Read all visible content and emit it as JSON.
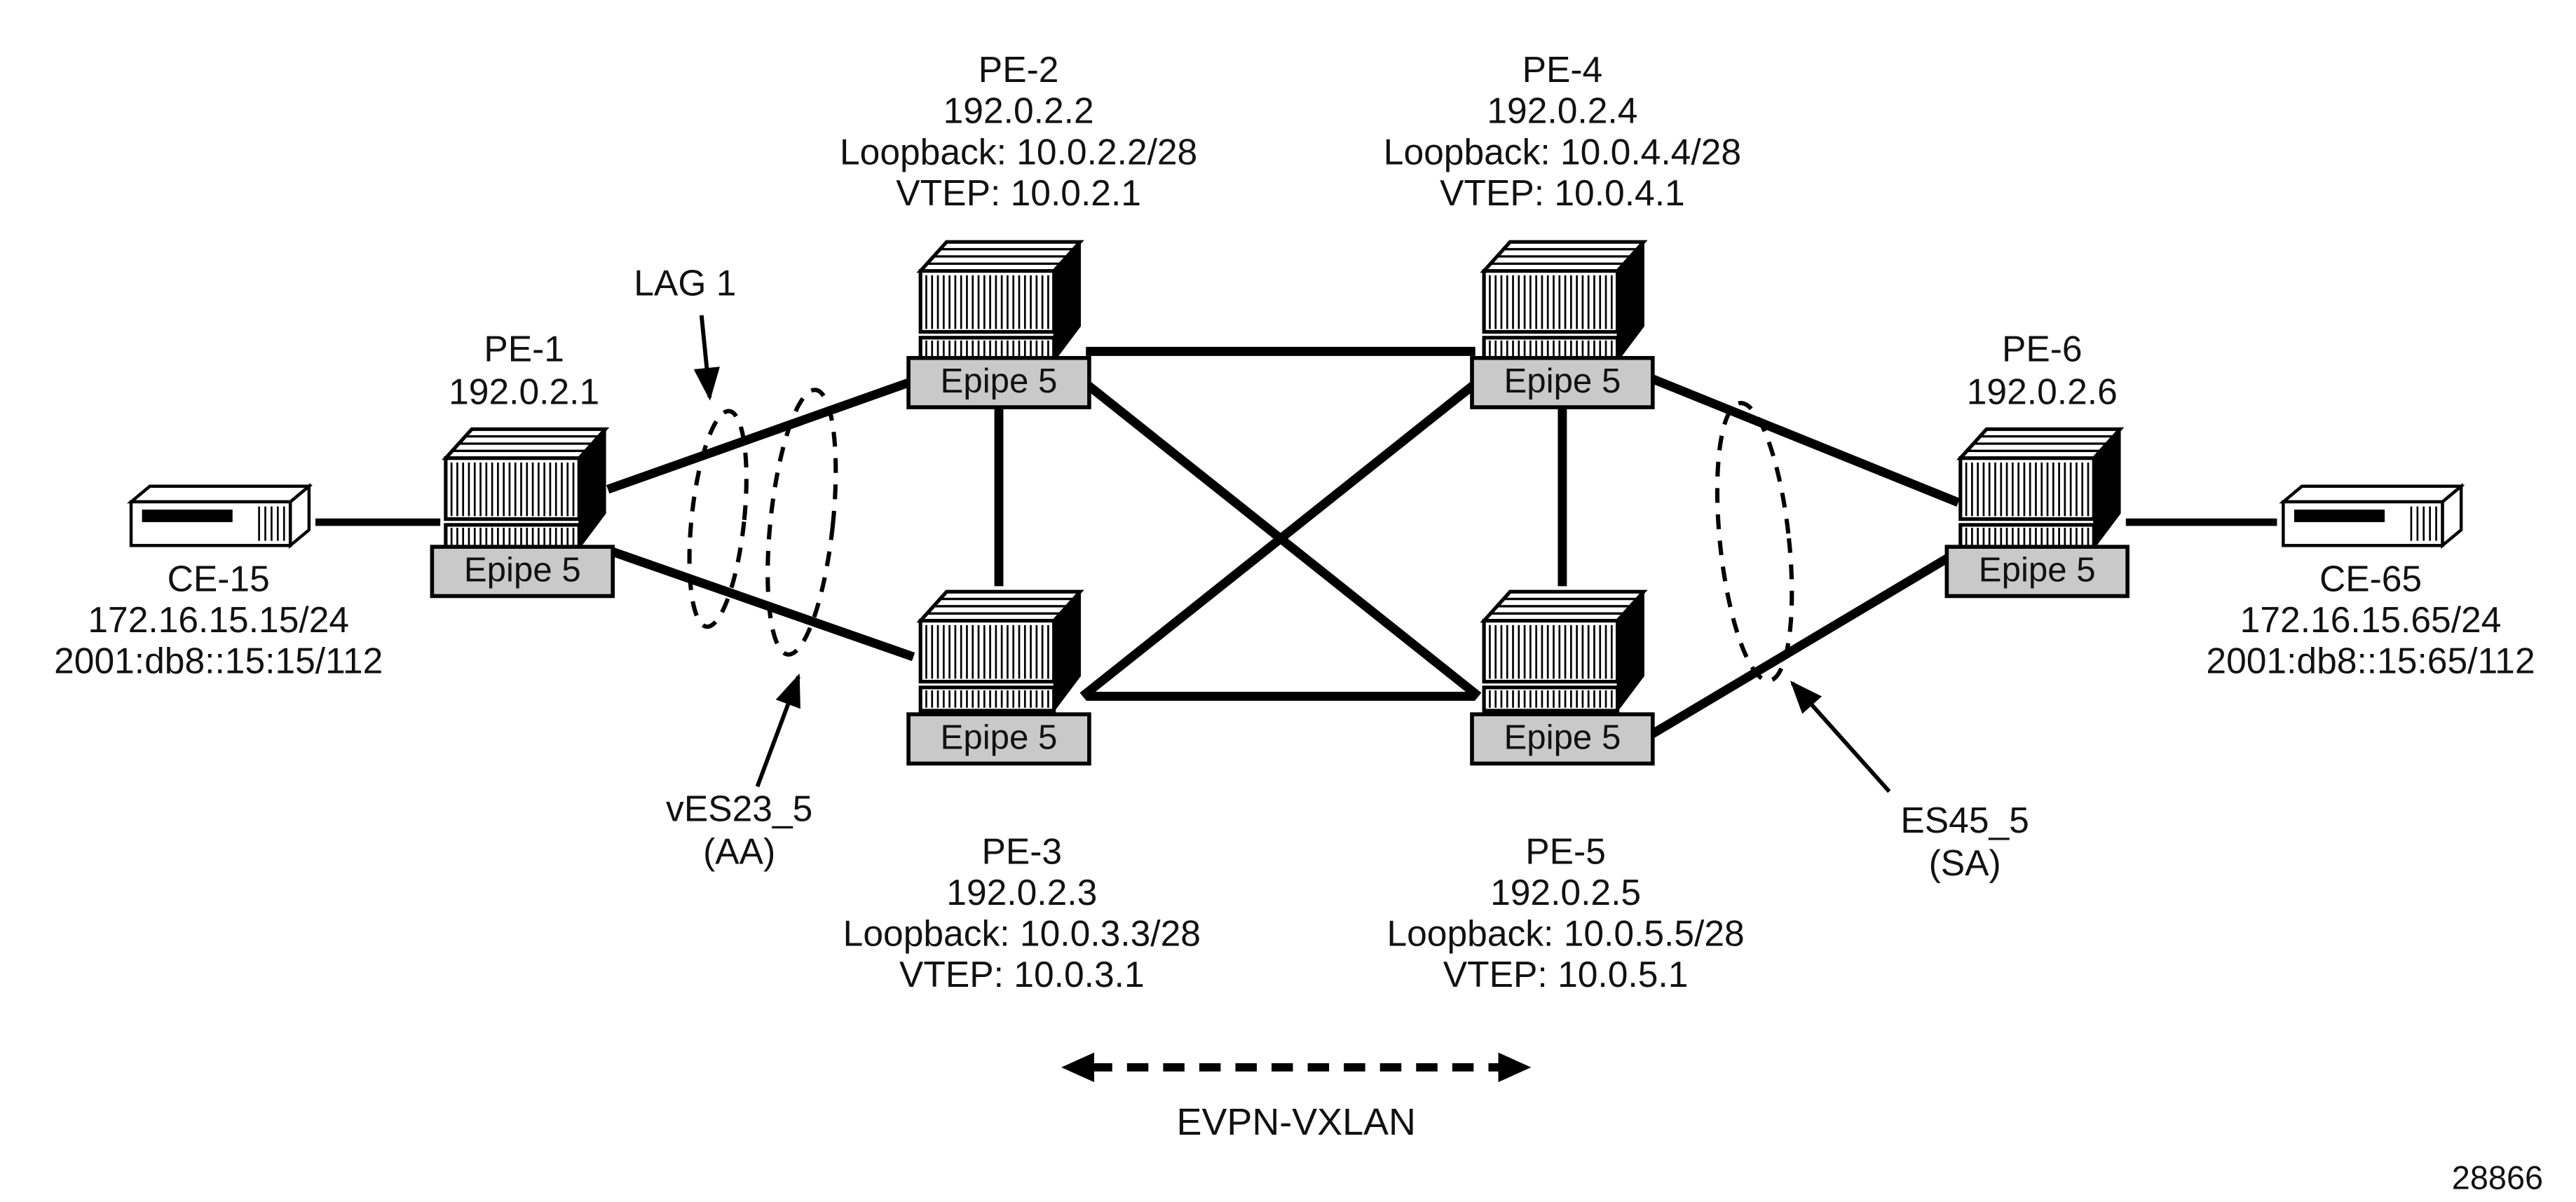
{
  "diagram": {
    "figure_number": "28866",
    "overlay_label": "EVPN-VXLAN"
  },
  "nodes": {
    "ce15": {
      "title": "CE-15",
      "ipv4": "172.16.15.15/24",
      "ipv6": "2001:db8::15:15/112"
    },
    "pe1": {
      "title": "PE-1",
      "ip": "192.0.2.1",
      "service": "Epipe 5"
    },
    "pe2": {
      "title": "PE-2",
      "ip": "192.0.2.2",
      "loopback": "Loopback: 10.0.2.2/28",
      "vtep": "VTEP: 10.0.2.1",
      "service": "Epipe 5"
    },
    "pe3": {
      "title": "PE-3",
      "ip": "192.0.2.3",
      "loopback": "Loopback: 10.0.3.3/28",
      "vtep": "VTEP: 10.0.3.1",
      "service": "Epipe 5"
    },
    "pe4": {
      "title": "PE-4",
      "ip": "192.0.2.4",
      "loopback": "Loopback: 10.0.4.4/28",
      "vtep": "VTEP: 10.0.4.1",
      "service": "Epipe 5"
    },
    "pe5": {
      "title": "PE-5",
      "ip": "192.0.2.5",
      "loopback": "Loopback: 10.0.5.5/28",
      "vtep": "VTEP: 10.0.5.1",
      "service": "Epipe 5"
    },
    "pe6": {
      "title": "PE-6",
      "ip": "192.0.2.6",
      "service": "Epipe 5"
    },
    "ce65": {
      "title": "CE-65",
      "ipv4": "172.16.15.65/24",
      "ipv6": "2001:db8::15:65/112"
    }
  },
  "annotations": {
    "lag": "LAG 1",
    "ves_name": "vES23_5",
    "ves_mode": "(AA)",
    "es_name": "ES45_5",
    "es_mode": "(SA)"
  },
  "colors": {
    "line": "#000000",
    "service_box_fill": "#c9c9c9",
    "background": "#ffffff"
  }
}
